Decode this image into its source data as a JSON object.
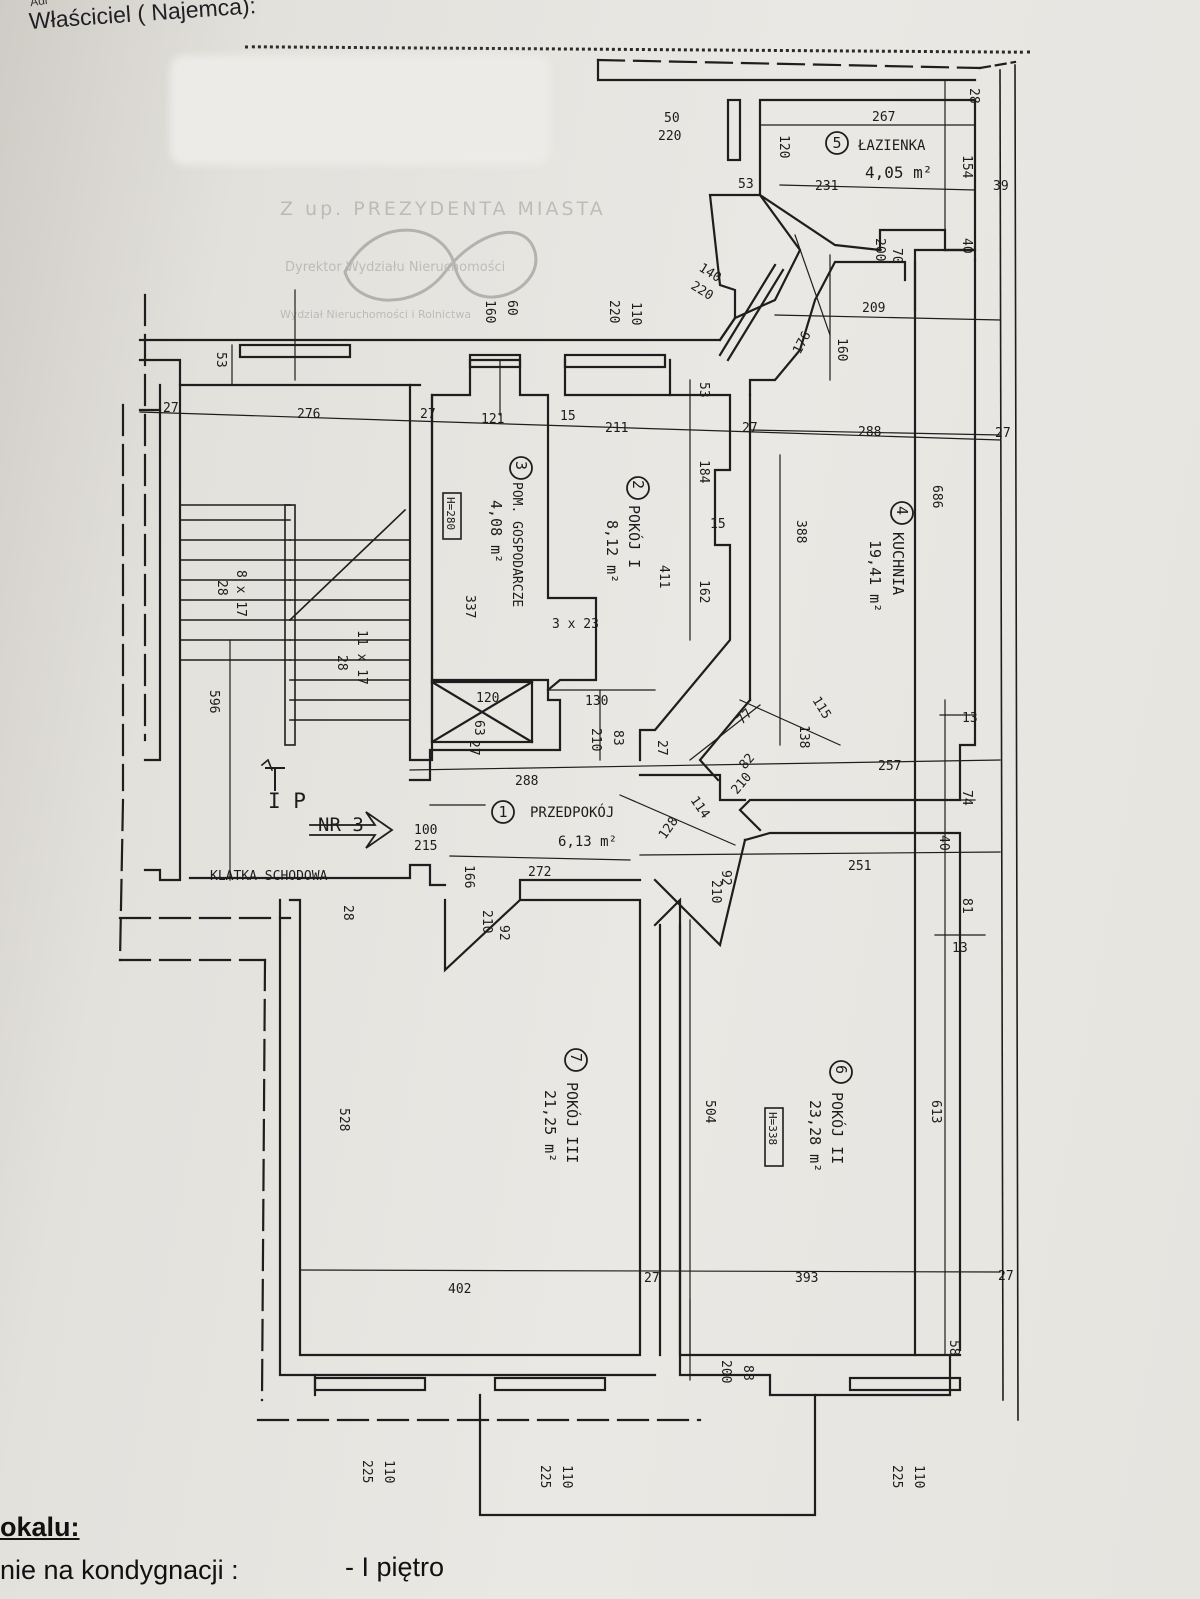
{
  "header": {
    "corner_fragment": "Adr",
    "owner_label": "Właściciel ( Najemca):"
  },
  "stamp": {
    "line1": "Z up. PREZYDENTA MIASTA",
    "line2": "Dyrektor Wydziału Nieruchomości",
    "line3": "Wydział Nieruchomości i Rolnictwa"
  },
  "rooms": [
    {
      "num": "1",
      "name": "PRZEDPOKÓJ",
      "area": "6,13 m²"
    },
    {
      "num": "2",
      "name": "POKÓJ I",
      "area": "8,12 m²"
    },
    {
      "num": "3",
      "name": "POM. GOSPODARCZE",
      "area": "4,08 m²"
    },
    {
      "num": "4",
      "name": "KUCHNIA",
      "area": "19,41 m²"
    },
    {
      "num": "5",
      "name": "ŁAZIENKA",
      "area": "4,05 m²"
    },
    {
      "num": "6",
      "name": "POKÓJ II",
      "area": "23,28 m²"
    },
    {
      "num": "7",
      "name": "POKÓJ III",
      "area": "21,25 m²"
    }
  ],
  "labels": {
    "stair": "KLATKA SCHODOWA",
    "unit": "NR 3",
    "floor_mark": "I P",
    "height_a": "H=280",
    "height_b": "H=338",
    "stair_run_a": "8 x 17",
    "stair_tread_a": "28",
    "stair_run_b": "11 x 17",
    "stair_tread_b": "28"
  },
  "dimensions": {
    "d267": "267",
    "d28a": "28",
    "d154": "154",
    "d39": "39",
    "d120a": "120",
    "d231": "231",
    "d53a": "53",
    "d50": "50",
    "d220a": "220",
    "d40a": "40",
    "d70": "70",
    "d200a": "200",
    "d140": "140",
    "d220b": "220",
    "d209": "209",
    "d176": "176",
    "d160a": "160",
    "d110a": "110",
    "d220c": "220",
    "d60": "60",
    "d160b": "160",
    "d53b": "53",
    "d53c": "53",
    "d276": "276",
    "d27a": "27",
    "d27b": "27",
    "d121": "121",
    "d15a": "15",
    "d211": "211",
    "d184": "184",
    "d27c": "27",
    "d288a": "288",
    "d27d": "27",
    "d686": "686",
    "d388": "388",
    "d15b": "15",
    "d411": "411",
    "d162": "162",
    "d337": "337",
    "d3x23": "3 x 23",
    "d596": "596",
    "d120b": "120",
    "d63": "63",
    "d27e": "27",
    "d130": "130",
    "d83": "83",
    "d210a": "210",
    "d27f": "27",
    "d115": "115",
    "d13a": "13",
    "d138": "138",
    "d77": "77",
    "d257": "257",
    "d74": "74",
    "d288b": "288",
    "d82": "82",
    "d210b": "210",
    "d114": "114",
    "d100": "100",
    "d215": "215",
    "d128": "128",
    "d40b": "40",
    "d272": "272",
    "d166": "166",
    "d251": "251",
    "d92a": "92",
    "d210c": "210",
    "d81": "81",
    "d28b": "28",
    "d210d": "210",
    "d92b": "92",
    "d13b": "13",
    "d528": "528",
    "d504": "504",
    "d613": "613",
    "d402": "402",
    "d27g": "27",
    "d393": "393",
    "d27h": "27",
    "d58": "58",
    "d88": "88",
    "d200b": "200",
    "d110b": "110",
    "d225a": "225",
    "d110c": "110",
    "d225b": "225",
    "d110d": "110",
    "d225c": "225"
  },
  "footer": {
    "lokal_label": "okalu:",
    "kondygnacja_label": "nie na kondygnacji :",
    "kondygnacja_value": "-   I piętro"
  }
}
